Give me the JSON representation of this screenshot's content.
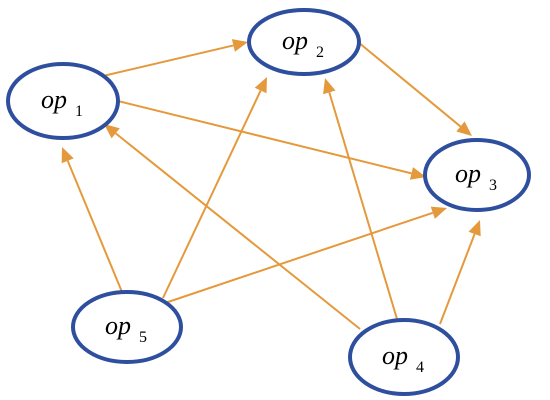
{
  "diagram": {
    "colors": {
      "node_stroke": "#2e4e9e",
      "edge": "#e49a3c",
      "background": "#ffffff"
    },
    "nodes": [
      {
        "id": "op1",
        "base": "op",
        "sub": "1"
      },
      {
        "id": "op2",
        "base": "op",
        "sub": "2"
      },
      {
        "id": "op3",
        "base": "op",
        "sub": "3"
      },
      {
        "id": "op4",
        "base": "op",
        "sub": "4"
      },
      {
        "id": "op5",
        "base": "op",
        "sub": "5"
      }
    ],
    "edges": [
      {
        "from": "op1",
        "to": "op2"
      },
      {
        "from": "op1",
        "to": "op3"
      },
      {
        "from": "op2",
        "to": "op3"
      },
      {
        "from": "op5",
        "to": "op1"
      },
      {
        "from": "op5",
        "to": "op2"
      },
      {
        "from": "op5",
        "to": "op3"
      },
      {
        "from": "op4",
        "to": "op1"
      },
      {
        "from": "op4",
        "to": "op2"
      },
      {
        "from": "op4",
        "to": "op3"
      }
    ]
  }
}
